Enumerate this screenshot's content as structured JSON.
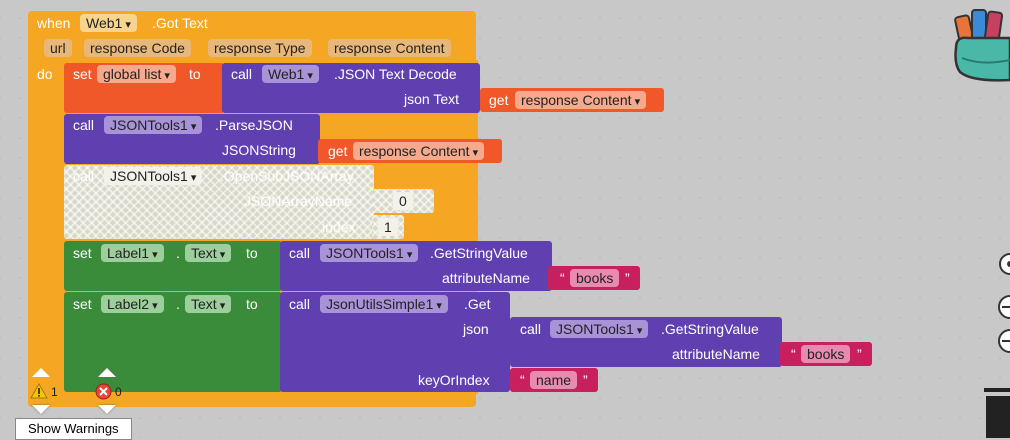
{
  "event": {
    "when": "when",
    "component": "Web1",
    "event_name": ".Got Text",
    "do": "do",
    "params": [
      "url",
      "response Code",
      "response Type",
      "response Content"
    ]
  },
  "set_global": {
    "set": "set",
    "var": "global list",
    "to": "to",
    "call": "call",
    "component": "Web1",
    "method": ".JSON Text Decode",
    "arg_label": "json Text",
    "get": "get",
    "get_var": "response Content"
  },
  "parse_json": {
    "call": "call",
    "component": "JSONTools1",
    "method": ".ParseJSON",
    "arg_label": "JSONString",
    "get": "get",
    "get_var": "response Content"
  },
  "open_sub": {
    "call": "call",
    "component": "JSONTools1",
    "method": ".OpenSubJSONArray",
    "arg1_label": "JSONArrayName",
    "arg1_value": "0",
    "arg2_label": "index",
    "arg2_value": "1"
  },
  "set_label1": {
    "set": "set",
    "component": "Label1",
    "dot": ".",
    "prop": "Text",
    "to": "to",
    "call": "call",
    "call_component": "JSONTools1",
    "method": ".GetStringValue",
    "arg_label": "attributeName",
    "arg_value": "books"
  },
  "set_label2": {
    "set": "set",
    "component": "Label2",
    "dot": ".",
    "prop": "Text",
    "to": "to",
    "call": "call",
    "call_component": "JsonUtilsSimple1",
    "method": ".Get",
    "arg1_label": "json",
    "inner_call": "call",
    "inner_component": "JSONTools1",
    "inner_method": ".GetStringValue",
    "inner_arg_label": "attributeName",
    "inner_arg_value": "books",
    "arg2_label": "keyOrIndex",
    "arg2_value": "name"
  },
  "status": {
    "warnings": "1",
    "errors": "0",
    "show_warnings": "Show Warnings"
  },
  "colors": {
    "event": "#f5a623",
    "variable": "#f0582a",
    "call": "#6040b0",
    "set": "#3a8c3a",
    "text": "#c8205e",
    "disabled": "#d8d8c8"
  }
}
